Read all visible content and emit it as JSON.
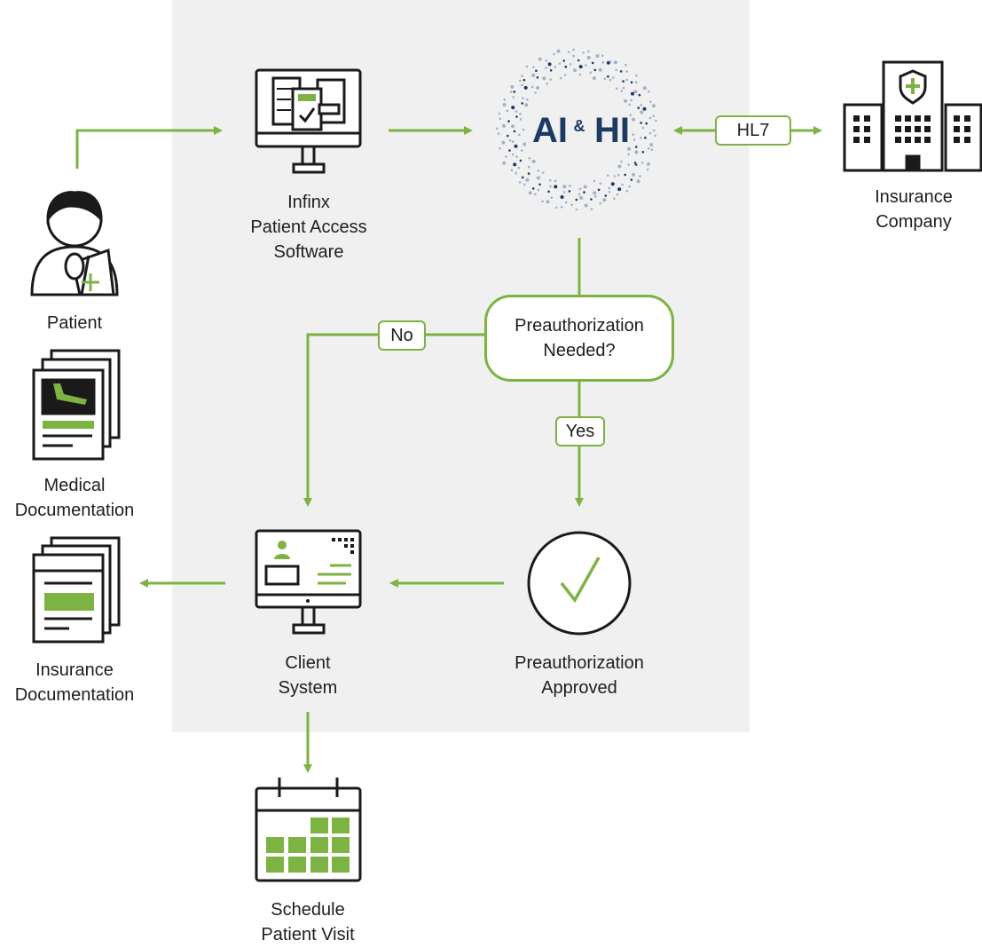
{
  "nodes": {
    "patient": {
      "label": "Patient"
    },
    "medical_doc": {
      "label_line1": "Medical",
      "label_line2": "Documentation"
    },
    "insurance_doc": {
      "label_line1": "Insurance",
      "label_line2": "Documentation"
    },
    "infinx": {
      "label_line1": "Infinx",
      "label_line2": "Patient Access",
      "label_line3": "Software"
    },
    "ai_hi": {
      "left": "AI",
      "amp": "&",
      "right": "HI"
    },
    "insurance_company": {
      "label_line1": "Insurance",
      "label_line2": "Company"
    },
    "decision": {
      "line1": "Preauthorization",
      "line2": "Needed?"
    },
    "client_system": {
      "label_line1": "Client",
      "label_line2": "System"
    },
    "approved": {
      "label_line1": "Preauthorization",
      "label_line2": "Approved"
    },
    "schedule": {
      "label_line1": "Schedule",
      "label_line2": "Patient Visit"
    }
  },
  "edge_labels": {
    "hl7": "HL7",
    "no": "No",
    "yes": "Yes"
  },
  "colors": {
    "accent": "#7cb342",
    "panel": "#f0f0f0",
    "icon": "#1a1a1a",
    "ai_navy": "#1c3a63",
    "ai_dot_light": "#9fb3c8"
  }
}
